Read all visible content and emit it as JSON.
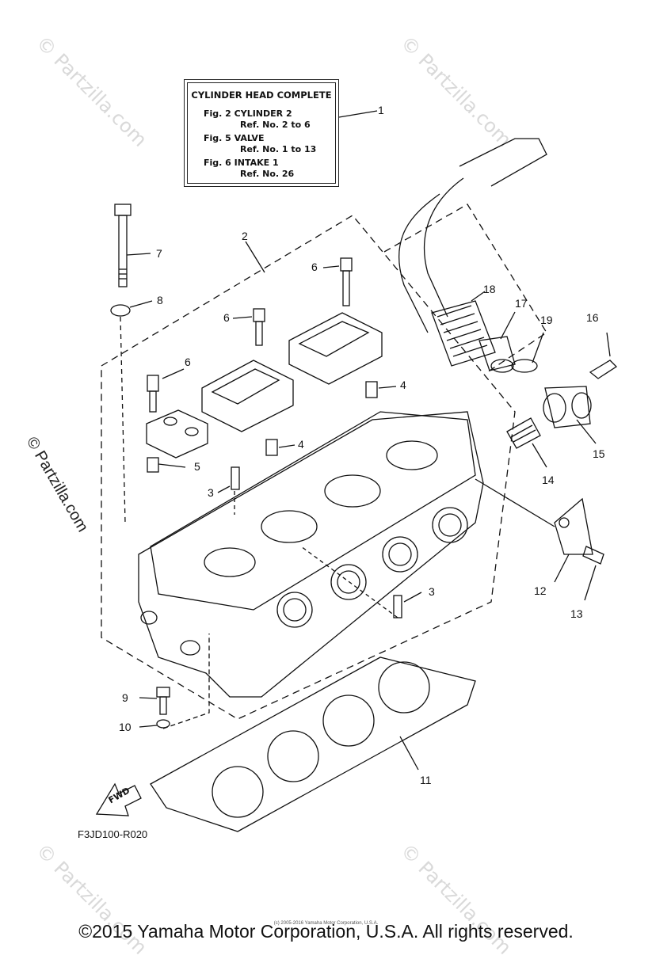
{
  "legend": {
    "title": "CYLINDER HEAD COMPLETE",
    "lines": [
      {
        "a": "Fig. 2 CYLINDER 2",
        "b": "Ref. No. 2 to 6"
      },
      {
        "a": "Fig. 5 VALVE",
        "b": "Ref. No. 1 to 13"
      },
      {
        "a": "Fig. 6 INTAKE 1",
        "b": "Ref. No. 26"
      }
    ]
  },
  "callouts": [
    "1",
    "2",
    "3",
    "3",
    "4",
    "4",
    "5",
    "6",
    "6",
    "6",
    "7",
    "8",
    "9",
    "10",
    "11",
    "12",
    "13",
    "14",
    "15",
    "16",
    "17",
    "18",
    "19"
  ],
  "fwd_label": "FWD",
  "figure_code": "F3JD100-R020",
  "watermark": "© Partzilla.com",
  "side_watermark": "© Partzilla.com",
  "copyright": "©2015 Yamaha Motor Corporation, U.S.A. All rights reserved.",
  "tiny_copyright": "(c) 2005-2016 Yamaha Motor Corporation, U.S.A.",
  "colors": {
    "line": "#111111",
    "watermark": "#d9d9d9"
  }
}
